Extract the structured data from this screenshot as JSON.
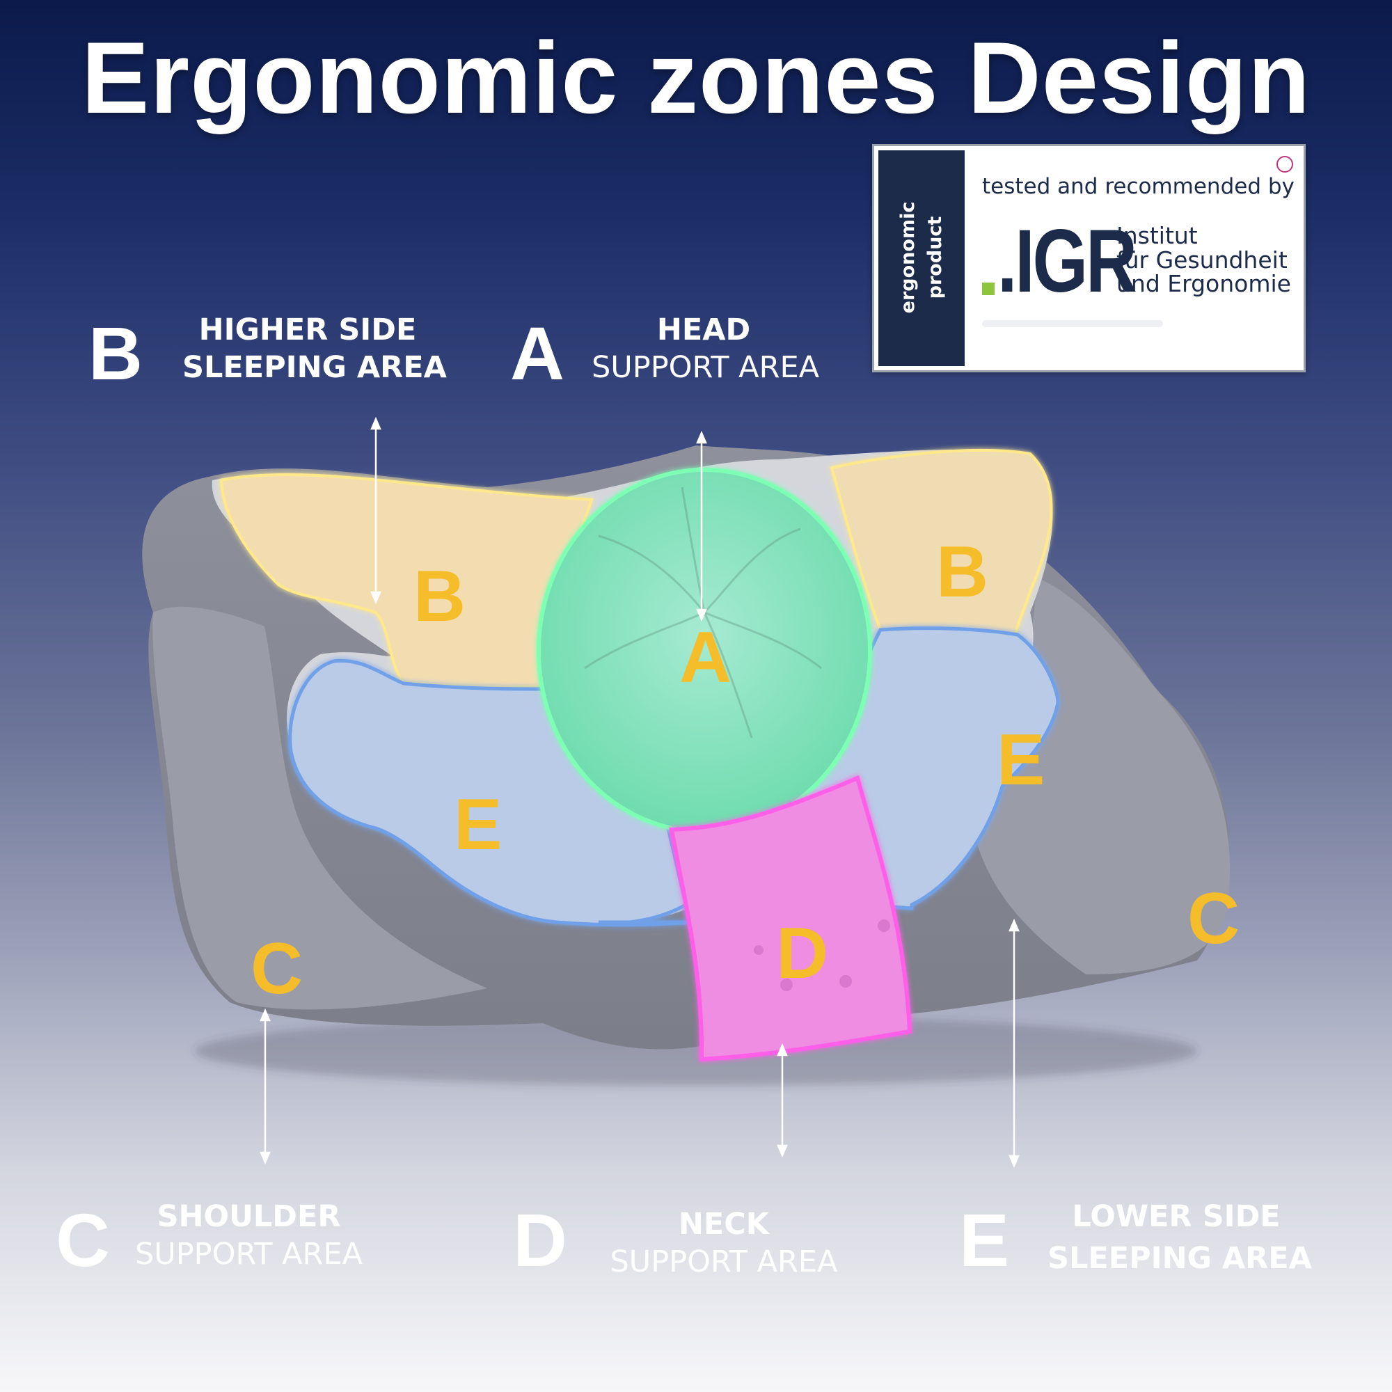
{
  "title": "Ergonomic zones Design",
  "badge": {
    "strip_line1": "ergonomic",
    "strip_line2": "product",
    "tested": "tested and recommended by",
    "logo": ".IGR",
    "institute_line1": "Institut",
    "institute_line2": "für Gesundheit",
    "institute_line3": "und Ergonomie"
  },
  "legend": {
    "b": {
      "letter": "B",
      "line1": "HIGHER SIDE",
      "line2": "SLEEPING AREA"
    },
    "a": {
      "letter": "A",
      "line1": "HEAD",
      "line2": "SUPPORT AREA"
    },
    "c": {
      "letter": "C",
      "line1": "SHOULDER",
      "line2": "SUPPORT AREA"
    },
    "d": {
      "letter": "D",
      "line1": "NECK",
      "line2": "SUPPORT AREA"
    },
    "e": {
      "letter": "E",
      "line1": "LOWER SIDE",
      "line2": "SLEEPING AREA"
    }
  },
  "zones": {
    "b_left": "B",
    "b_right": "B",
    "a": "A",
    "e_left": "E",
    "e_right": "E",
    "d": "D",
    "c_left": "C",
    "c_right": "C"
  },
  "colors": {
    "zone_letter": "#f6bd2a",
    "head_zone": "#8fe3c0",
    "higher_side_zone": "#f3ddb0",
    "lower_side_zone": "#b9cbe6",
    "neck_zone": "#f06fe0",
    "pillow_base": "#8d8f9b",
    "badge_navy": "#1d2b4a",
    "badge_green": "#8cc43c"
  }
}
